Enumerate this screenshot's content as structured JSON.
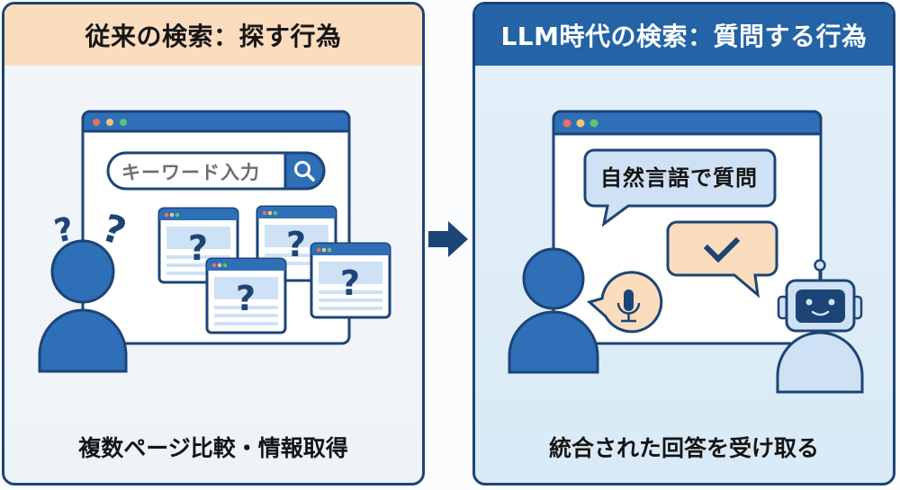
{
  "left_panel": {
    "title": "従来の検索：探す行為",
    "search_placeholder": "キーワード入力",
    "search_icon": "magnifier-icon",
    "result_windows_mark": "?",
    "person_thought_marks": [
      "?",
      "?"
    ],
    "caption": "複数ページ比較・情報取得",
    "colors": {
      "header": "#fbdcbd",
      "accent": "#2e6fb8",
      "outline": "#1d4477"
    }
  },
  "right_panel": {
    "title": "LLM時代の検索：質問する行為",
    "question_bubble": "自然言語で質問",
    "answer_bubble_icon": "checkmark-icon",
    "voice_bubble_icon": "microphone-icon",
    "assistant_icon": "robot-icon",
    "caption": "統合された回答を受け取る",
    "colors": {
      "header": "#2363a6",
      "bubble_blue": "#cfe2f5",
      "bubble_orange": "#fbdcbd"
    }
  },
  "transition_arrow": "right-arrow-icon"
}
